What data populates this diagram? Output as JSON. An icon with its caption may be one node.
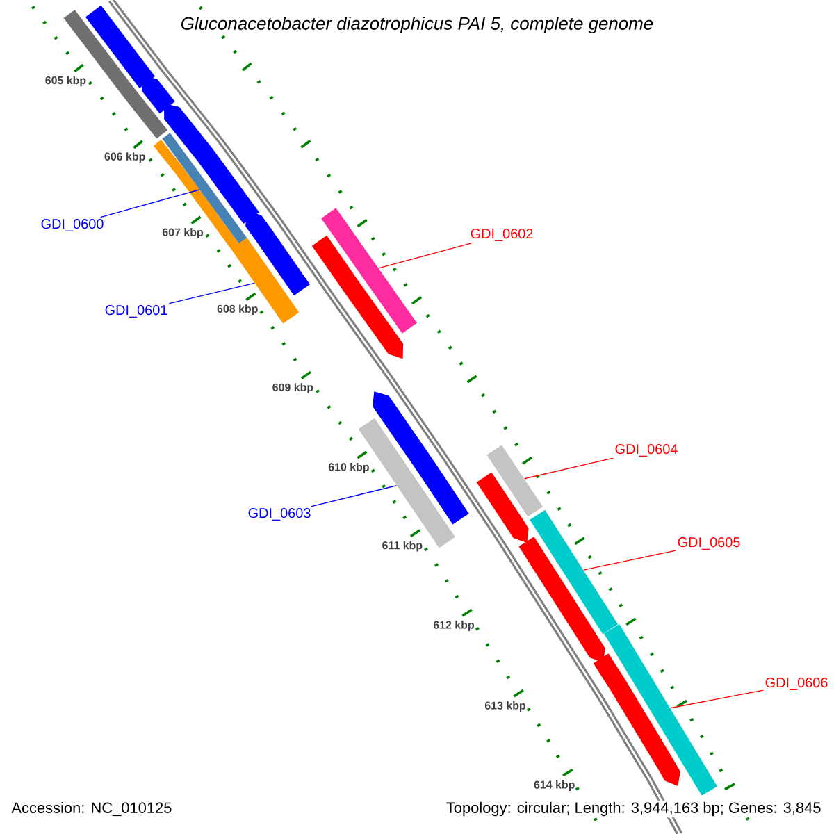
{
  "diagram": {
    "title": "Gluconacetobacter diazotrophicus PAI 5, complete genome",
    "nodes": [
      {
        "text": [
          "GDI_0600"
        ]
      },
      {
        "text": [
          "GDI_0601"
        ]
      },
      {
        "text": [
          "GDI_0602"
        ]
      },
      {
        "text": [
          "GDI_0603"
        ]
      },
      {
        "text": [
          "GDI_0604"
        ]
      },
      {
        "text": [
          "GDI_0605"
        ]
      },
      {
        "text": [
          "GDI_0606"
        ]
      },
      {
        "text": [],
        "shape": "bar"
      },
      {
        "text": [],
        "shape": "bar"
      },
      {
        "text": [],
        "shape": "bar"
      },
      {
        "text": [],
        "shape": "bar"
      },
      {
        "text": [],
        "shape": "bar"
      },
      {
        "text": [],
        "shape": "bar"
      },
      {
        "text": [],
        "shape": "bar"
      }
    ],
    "edges": [
      {
        "from": 0,
        "to": 7,
        "arrow": "none",
        "color": "#0000ff"
      },
      {
        "from": 1,
        "to": 8,
        "arrow": "none",
        "color": "#0000ff"
      },
      {
        "from": 2,
        "to": 9,
        "arrow": "none"
      },
      {
        "from": 3,
        "to": 10,
        "arrow": "none",
        "color": "#0000ff"
      },
      {
        "from": 4,
        "to": 11,
        "arrow": "none"
      },
      {
        "from": 5,
        "to": 12,
        "arrow": "none"
      },
      {
        "from": 6,
        "to": 13,
        "arrow": "none"
      }
    ],
    "labels": [
      "605 kbp",
      "606 kbp",
      "607 kbp",
      "608 kbp",
      "609 kbp",
      "610 kbp",
      "611 kbp",
      "612 kbp",
      "613 kbp",
      "614 kbp",
      "Accession: NC_010125",
      "Topology: circular; Length: 3,944,163 bp; Genes: 3,845"
    ]
  }
}
